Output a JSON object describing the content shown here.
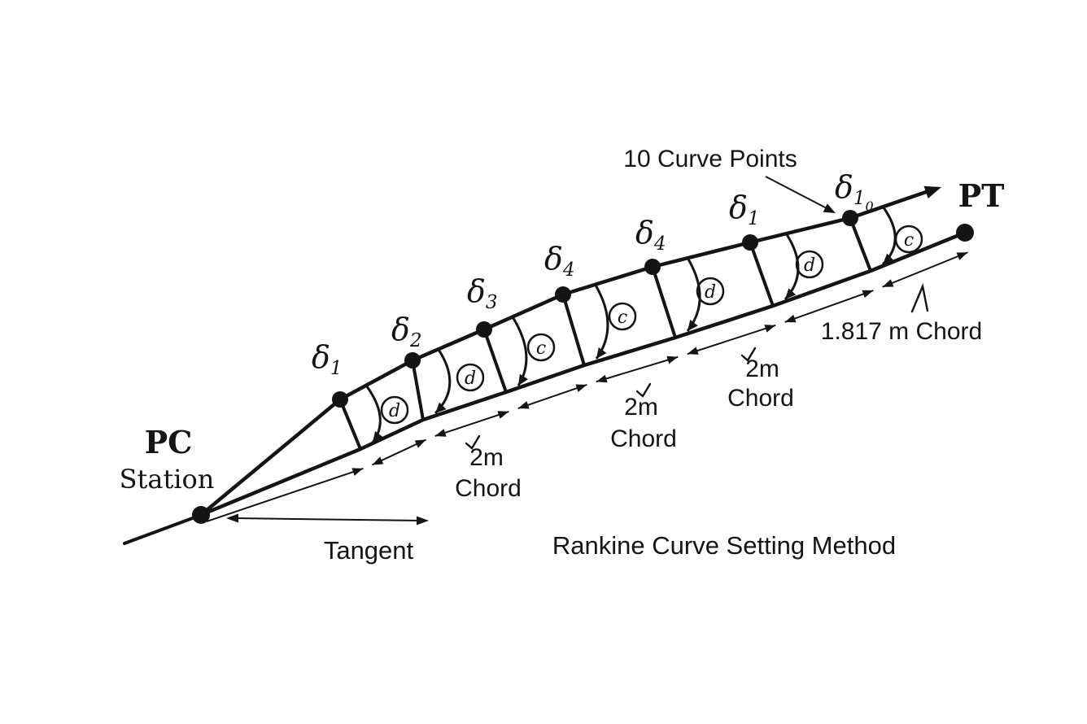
{
  "figure": {
    "title": "Rankine Curve Setting Method",
    "curve_points_annotation": "10 Curve Points",
    "pc_station": {
      "label": "PC",
      "sublabel": "Station"
    },
    "pt": {
      "label": "PT"
    },
    "tangent_label": "Tangent",
    "curve_points": [
      {
        "symbol": "δ",
        "subscript": "1",
        "angle_letter": "d"
      },
      {
        "symbol": "δ",
        "subscript": "2",
        "angle_letter": "d"
      },
      {
        "symbol": "δ",
        "subscript": "3",
        "angle_letter": "c"
      },
      {
        "symbol": "δ",
        "subscript": "4",
        "angle_letter": "c"
      },
      {
        "symbol": "δ",
        "subscript": "4",
        "angle_letter": "d"
      },
      {
        "symbol": "δ",
        "subscript": "1",
        "angle_letter": "d"
      },
      {
        "symbol": "δ",
        "subscript": "1",
        "subscript2": "0",
        "angle_letter": "c"
      }
    ],
    "chord_dimension_labels": [
      {
        "line1": "2m",
        "line2": "Chord"
      },
      {
        "line1": "2m",
        "line2": "Chord"
      },
      {
        "line1": "2m",
        "line2": "Chord"
      },
      {
        "line1": "1.817 m Chord"
      }
    ],
    "ink_color": "#141414",
    "background_color": "#ffffff"
  }
}
